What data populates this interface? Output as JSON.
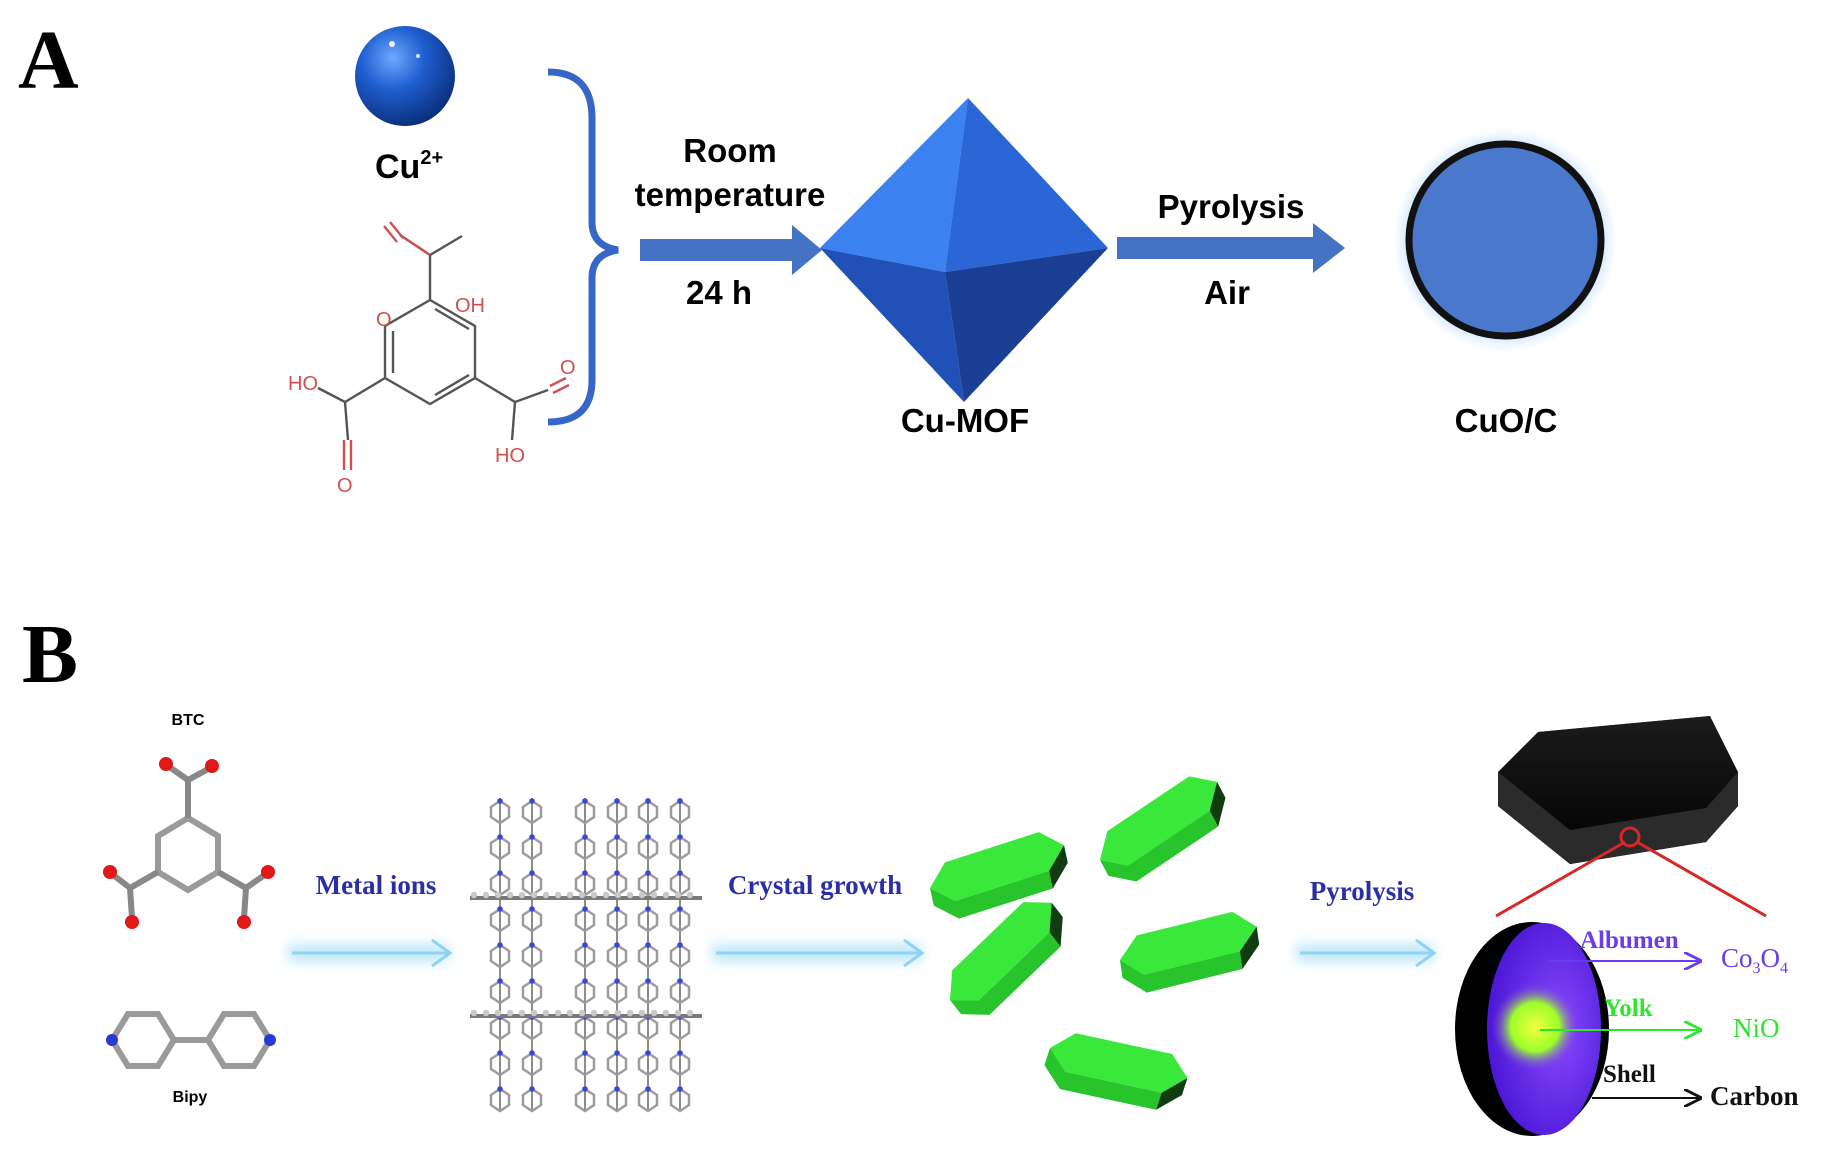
{
  "panel_a": {
    "letter": "A",
    "ion_label": "Cu",
    "ion_charge": "2+",
    "ligand_groups": {
      "top_oh": "OH",
      "left_ho": "HO",
      "bottom_ho": "HO",
      "o": "O"
    },
    "step1": {
      "above_line1": "Room",
      "above_line2": "temperature",
      "below": "24 h"
    },
    "mof_label": "Cu-MOF",
    "step2": {
      "above": "Pyrolysis",
      "below": "Air"
    },
    "product_label": "CuO/C",
    "colors": {
      "arrow": "#4472c4",
      "sphere": "#1f5fd1",
      "octahedron": "#2f6fdc",
      "ligand_red": "#d0504f"
    }
  },
  "panel_b": {
    "letter": "B",
    "btc_label": "BTC",
    "bipy_label": "Bipy",
    "step1": "Metal ions",
    "step2": "Crystal growth",
    "step3": "Pyrolysis",
    "parts": [
      {
        "name": "Albumen",
        "product": "Co3O4",
        "color": "#6a3cf0"
      },
      {
        "name": "Yolk",
        "product": "NiO",
        "color": "#2ee62e"
      },
      {
        "name": "Shell",
        "product": "Carbon",
        "color": "#111111"
      }
    ],
    "colors": {
      "step_text": "#2a2fa6",
      "glow_arrow": "#8fd3f4",
      "crystal": "#39e83a",
      "particle_body": "#5a1ee0",
      "zoom_lines": "#d62828"
    }
  }
}
